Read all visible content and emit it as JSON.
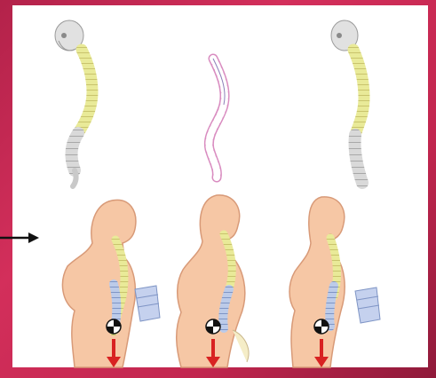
{
  "diagram": {
    "columns": [
      {
        "id": "left",
        "spine_color": "#e6e79a",
        "posture": "forward-tilt"
      },
      {
        "id": "middle",
        "spine_color": "#f2b3d6",
        "posture": "exaggerated-curve"
      },
      {
        "id": "right",
        "spine_color": "#e6e79a",
        "posture": "upright"
      }
    ],
    "colors": {
      "frame_primary": "#c2264f",
      "skin": "#f6c7a5",
      "skin_outline": "#d89a78",
      "vertebra_yellow": "#e9ea98",
      "vertebra_blue": "#b9c9ea",
      "skull_gray": "#d7d7d7",
      "force_arrow": "#d82222",
      "pointer_arrow": "#111111"
    },
    "icons": [
      "pointer-arrow-icon",
      "force-arrow-icon",
      "center-of-mass-icon",
      "vertebra-detail-icon",
      "skull-icon"
    ]
  }
}
